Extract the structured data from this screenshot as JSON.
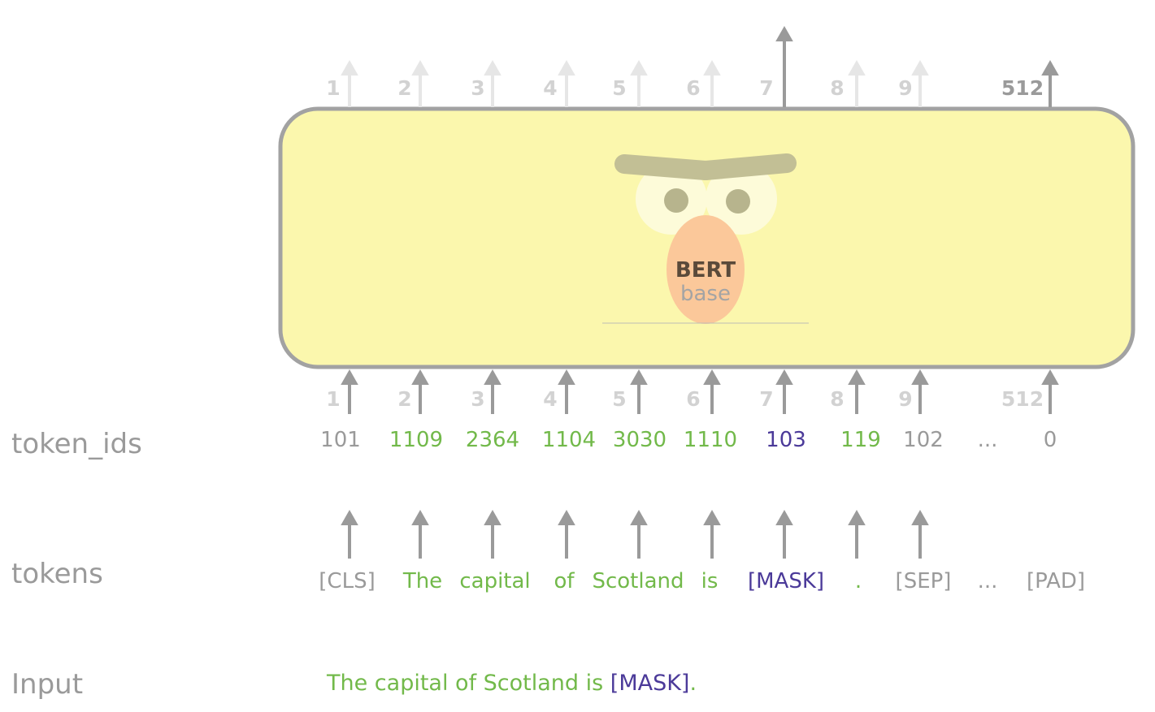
{
  "row_labels": {
    "token_ids": "token_ids",
    "tokens": "tokens",
    "input": "Input"
  },
  "model": {
    "name": "BERT",
    "variant": "base"
  },
  "output_positions": [
    {
      "label": "1",
      "highlight": false
    },
    {
      "label": "2",
      "highlight": false
    },
    {
      "label": "3",
      "highlight": false
    },
    {
      "label": "4",
      "highlight": false
    },
    {
      "label": "5",
      "highlight": false
    },
    {
      "label": "6",
      "highlight": false
    },
    {
      "label": "7",
      "highlight": true
    },
    {
      "label": "8",
      "highlight": false
    },
    {
      "label": "9",
      "highlight": false
    },
    {
      "label": "512",
      "highlight": false
    }
  ],
  "input_positions": [
    "1",
    "2",
    "3",
    "4",
    "5",
    "6",
    "7",
    "8",
    "9",
    "512"
  ],
  "token_ids": [
    {
      "text": "101",
      "kind": "special"
    },
    {
      "text": "1109",
      "kind": "word"
    },
    {
      "text": "2364",
      "kind": "word"
    },
    {
      "text": "1104",
      "kind": "word"
    },
    {
      "text": "3030",
      "kind": "word"
    },
    {
      "text": "1110",
      "kind": "word"
    },
    {
      "text": "103",
      "kind": "mask"
    },
    {
      "text": "119",
      "kind": "word"
    },
    {
      "text": "102",
      "kind": "special"
    },
    {
      "text": "...",
      "kind": "special"
    },
    {
      "text": "0",
      "kind": "special"
    }
  ],
  "tokens": [
    {
      "text": "[CLS]",
      "kind": "special"
    },
    {
      "text": "The",
      "kind": "word"
    },
    {
      "text": "capital",
      "kind": "word"
    },
    {
      "text": "of",
      "kind": "word"
    },
    {
      "text": "Scotland",
      "kind": "word"
    },
    {
      "text": "is",
      "kind": "word"
    },
    {
      "text": "[MASK]",
      "kind": "mask"
    },
    {
      "text": ".",
      "kind": "word"
    },
    {
      "text": "[SEP]",
      "kind": "special"
    },
    {
      "text": "...",
      "kind": "special"
    },
    {
      "text": "[PAD]",
      "kind": "special"
    }
  ],
  "input_sentence": [
    {
      "text": "The capital of Scotland is ",
      "kind": "word"
    },
    {
      "text": "[MASK]",
      "kind": "mask"
    },
    {
      "text": ".",
      "kind": "word"
    }
  ],
  "colors": {
    "word": "#72b94a",
    "mask": "#4b3a99",
    "special": "#9a9a9a",
    "arrow": "#9a9a9a",
    "arrow_faded": "#e6e6e6",
    "box_fill": "#fbf7ad",
    "box_stroke": "#a2a2a2",
    "beak": "#fbc89a",
    "brow": "#c2bf95",
    "eye_white": "#fdfbd9",
    "pupil": "#b7b48d"
  }
}
